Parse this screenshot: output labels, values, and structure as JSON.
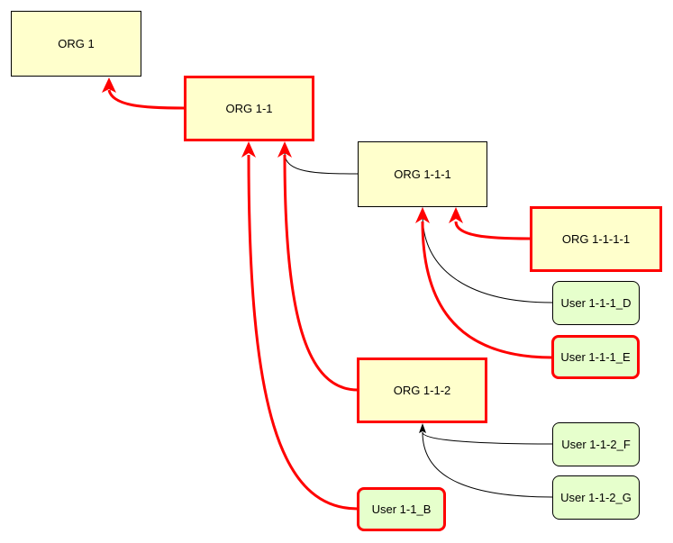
{
  "colors": {
    "org_fill": "#ffffcc",
    "user_fill": "#e6ffcc",
    "highlight": "#ff0000",
    "normal_edge": "#000000"
  },
  "nodes": {
    "org1": {
      "label": "ORG 1",
      "highlighted": false
    },
    "org1_1": {
      "label": "ORG 1-1",
      "highlighted": true
    },
    "org1_1_1": {
      "label": "ORG 1-1-1",
      "highlighted": false
    },
    "org1_1_1_1": {
      "label": "ORG 1-1-1-1",
      "highlighted": true
    },
    "user1_1_1_d": {
      "label": "User 1-1-1_D",
      "highlighted": false
    },
    "user1_1_1_e": {
      "label": "User 1-1-1_E",
      "highlighted": true
    },
    "org1_1_2": {
      "label": "ORG 1-1-2",
      "highlighted": true
    },
    "user1_1_2_f": {
      "label": "User 1-1-2_F",
      "highlighted": false
    },
    "user1_1_2_g": {
      "label": "User 1-1-2_G",
      "highlighted": false
    },
    "user1_1_b": {
      "label": "User 1-1_B",
      "highlighted": true
    }
  },
  "edges": [
    {
      "from": "org1_1",
      "to": "org1",
      "highlighted": true
    },
    {
      "from": "org1_1_1",
      "to": "org1_1",
      "highlighted": false
    },
    {
      "from": "org1_1_2",
      "to": "org1_1",
      "highlighted": true
    },
    {
      "from": "user1_1_b",
      "to": "org1_1",
      "highlighted": true
    },
    {
      "from": "org1_1_1_1",
      "to": "org1_1_1",
      "highlighted": true
    },
    {
      "from": "user1_1_1_d",
      "to": "org1_1_1",
      "highlighted": false
    },
    {
      "from": "user1_1_1_e",
      "to": "org1_1_1",
      "highlighted": true
    },
    {
      "from": "user1_1_2_f",
      "to": "org1_1_2",
      "highlighted": false
    },
    {
      "from": "user1_1_2_g",
      "to": "org1_1_2",
      "highlighted": false
    }
  ]
}
